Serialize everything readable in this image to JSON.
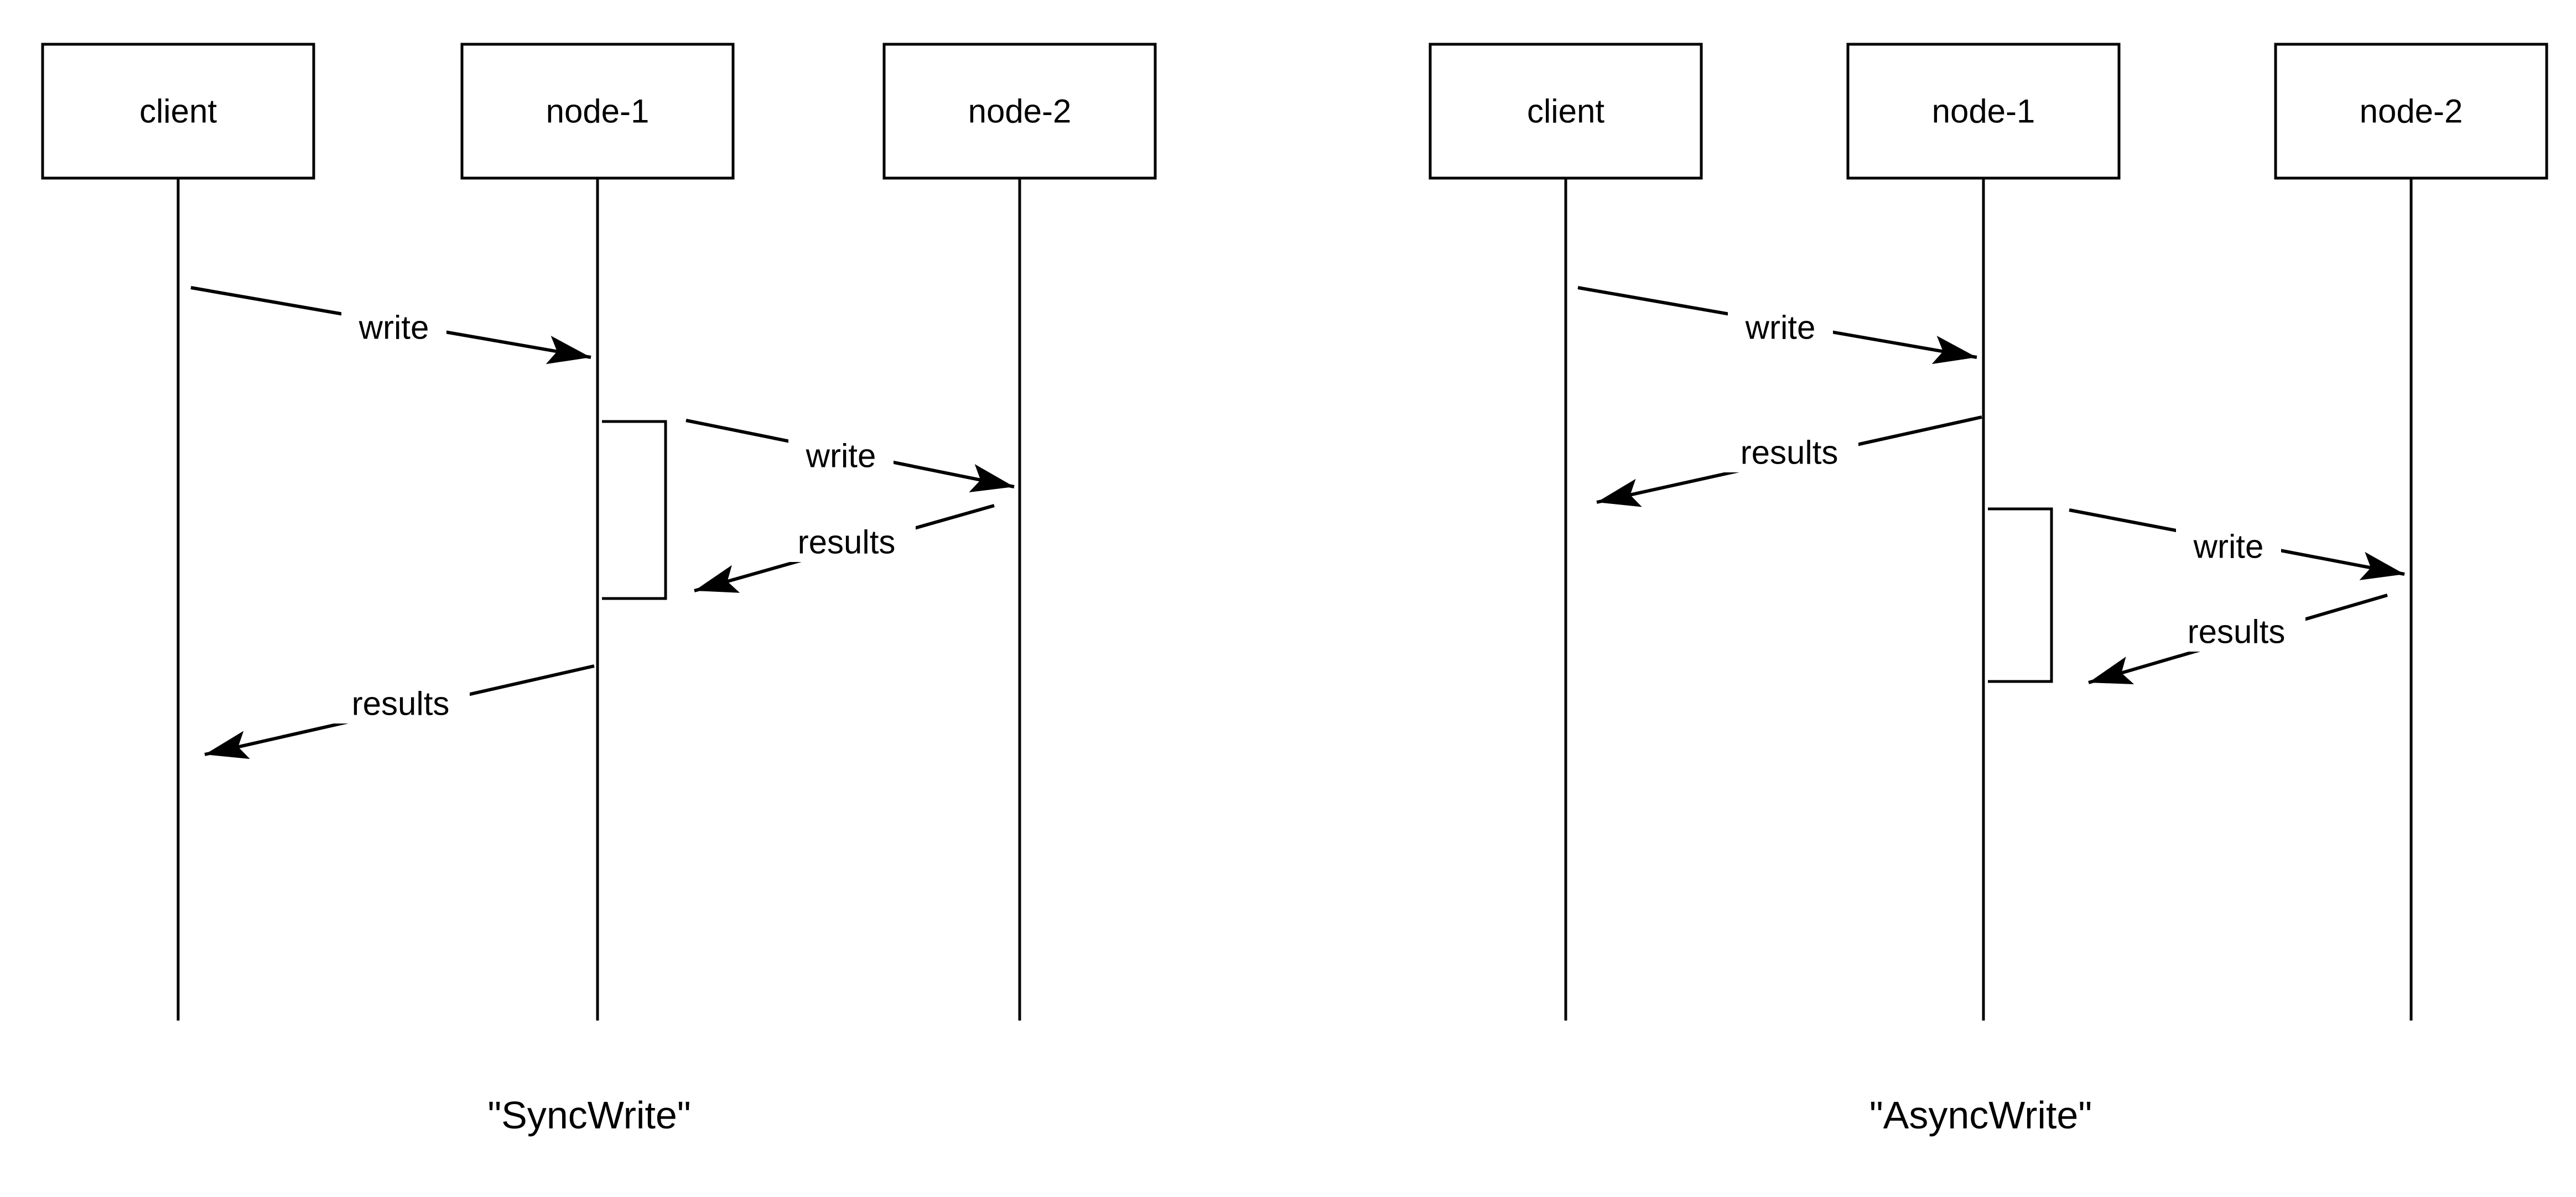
{
  "colors": {
    "background": "#ffffff",
    "stroke": "#000000",
    "text": "#000000"
  },
  "diagrams": [
    {
      "caption": "\"SyncWrite\"",
      "actors": [
        {
          "label": "client"
        },
        {
          "label": "node-1"
        },
        {
          "label": "node-2"
        }
      ],
      "messages": [
        {
          "label": "write",
          "from": "client",
          "to": "node-1"
        },
        {
          "label": "write",
          "from": "node-1",
          "to": "node-2"
        },
        {
          "label": "results",
          "from": "node-2",
          "to": "node-1"
        },
        {
          "label": "results",
          "from": "node-1",
          "to": "client"
        }
      ]
    },
    {
      "caption": "\"AsyncWrite\"",
      "actors": [
        {
          "label": "client"
        },
        {
          "label": "node-1"
        },
        {
          "label": "node-2"
        }
      ],
      "messages": [
        {
          "label": "write",
          "from": "client",
          "to": "node-1"
        },
        {
          "label": "results",
          "from": "node-1",
          "to": "client"
        },
        {
          "label": "write",
          "from": "node-1",
          "to": "node-2"
        },
        {
          "label": "results",
          "from": "node-2",
          "to": "node-1"
        }
      ]
    }
  ]
}
